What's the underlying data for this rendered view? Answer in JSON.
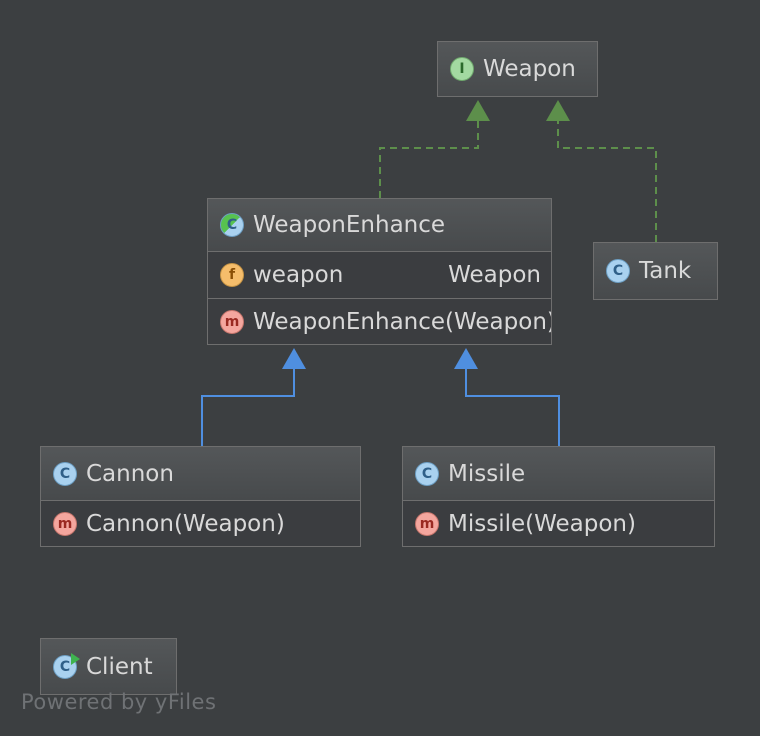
{
  "nodes": {
    "weapon": {
      "name": "Weapon",
      "kind": "interface",
      "icon": "interface-icon"
    },
    "weapon_enhance": {
      "name": "WeaponEnhance",
      "kind": "abstract-class",
      "icon": "abstract-class-icon",
      "field": {
        "name": "weapon",
        "type": "Weapon",
        "icon": "field-icon"
      },
      "method": {
        "signature": "WeaponEnhance(Weapon)",
        "icon": "method-icon"
      }
    },
    "tank": {
      "name": "Tank",
      "kind": "class",
      "icon": "class-icon"
    },
    "cannon": {
      "name": "Cannon",
      "kind": "class",
      "icon": "class-icon",
      "method": {
        "signature": "Cannon(Weapon)",
        "icon": "method-icon"
      }
    },
    "missile": {
      "name": "Missile",
      "kind": "class",
      "icon": "class-icon",
      "method": {
        "signature": "Missile(Weapon)",
        "icon": "method-icon"
      }
    },
    "client": {
      "name": "Client",
      "kind": "runnable-class",
      "icon": "runnable-class-icon"
    }
  },
  "icon_letters": {
    "interface": "I",
    "class": "C",
    "method": "m",
    "field": "f"
  },
  "edges": [
    {
      "from": "WeaponEnhance",
      "to": "Weapon",
      "type": "implements",
      "style": "dashed",
      "color": "#5d8f4b"
    },
    {
      "from": "Tank",
      "to": "Weapon",
      "type": "implements",
      "style": "dashed",
      "color": "#5d8f4b"
    },
    {
      "from": "Cannon",
      "to": "WeaponEnhance",
      "type": "extends",
      "style": "solid",
      "color": "#4f8fe0"
    },
    {
      "from": "Missile",
      "to": "WeaponEnhance",
      "type": "extends",
      "style": "solid",
      "color": "#4f8fe0"
    }
  ],
  "colors": {
    "background": "#3c3f41",
    "implements": "#5d8f4b",
    "extends": "#4f8fe0"
  },
  "watermark": "Powered by yFiles"
}
